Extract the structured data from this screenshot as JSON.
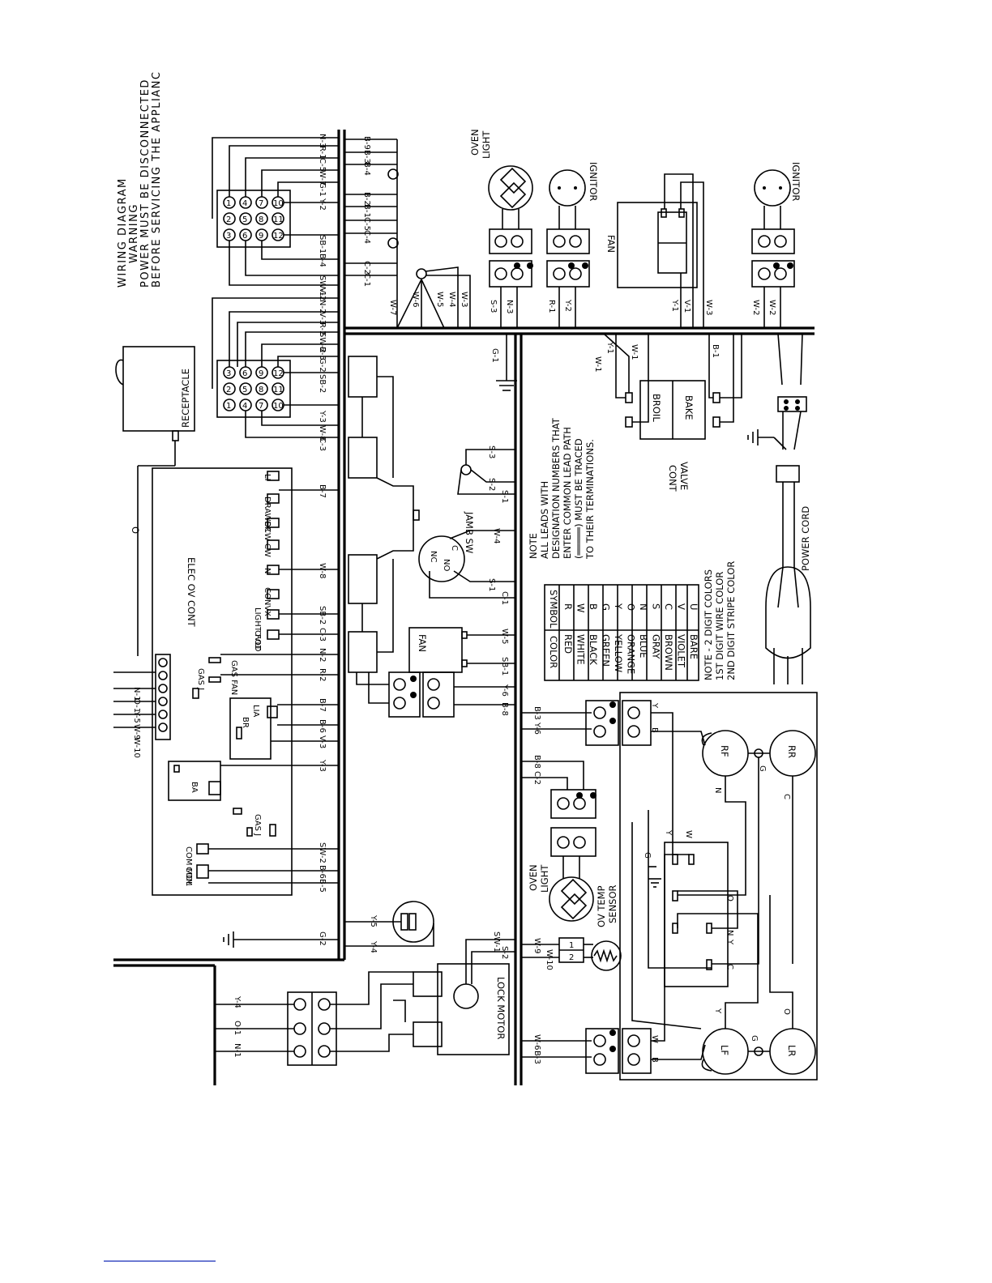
{
  "header": {
    "title": "WIRING DIAGRAM",
    "warning": "WARNING",
    "line1": "POWER MUST BE DISCONNECTED",
    "line2": "BEFORE SERVICING THE APPLIANC"
  },
  "components": {
    "receptacle": "RECEPTACLE",
    "elec_ov_cont": "ELEC OV CONT",
    "jamb_sw": "JAMB SW",
    "fan_small": "FAN",
    "fan_big": "FAN",
    "oven_light_top": [
      "OVEN",
      "LIGHT"
    ],
    "oven_light_bottom": [
      "OVEN",
      "LIGHT"
    ],
    "ignitor_1": "IGNITOR",
    "ignitor_2": "IGNITOR",
    "broil": "BROIL",
    "bake": "BAKE",
    "cont_valve": [
      "CONT",
      "VALVE"
    ],
    "power_cord": "POWER CORD",
    "lock_motor": "LOCK MOTOR",
    "ov_temp_sensor": [
      "OV TEMP",
      "SENSOR"
    ],
    "burners": [
      "RF",
      "RR",
      "LF",
      "LR"
    ]
  },
  "control_terminals": [
    "LI",
    "DRAWER",
    "OCW CW",
    "N",
    "CONVX",
    "LIGHT FOD",
    "OVLT",
    "GAS FAN",
    "LIA",
    "BR",
    "BA",
    "GAS J",
    "GAS J",
    "COM MDL",
    "COM"
  ],
  "harness_a_pins": [
    "1",
    "2",
    "3",
    "4",
    "5",
    "6",
    "7",
    "8",
    "9",
    "10",
    "11",
    "12"
  ],
  "harness_a_wires": [
    "N-3",
    "R-1",
    "C-5",
    "W-7",
    "G-1",
    "Y-2",
    "SB-1",
    "B-4",
    "SW-1",
    "V-2"
  ],
  "harness_b_wires": [
    "N-2",
    "V-3",
    "R-2",
    "SW-2",
    "B-5",
    "G-2",
    "SB-2",
    "Y-3",
    "W-8",
    "C-3"
  ],
  "elec_ov_wires": [
    "B-7",
    "W-8",
    "SB-2",
    "C-3",
    "N-2",
    "R-2",
    "B-7",
    "B-6",
    "V-3",
    "Y-3",
    "SW-2",
    "B-6",
    "B-5",
    "G-2"
  ],
  "left_inputs": [
    "N-1",
    "O-1",
    "Y-5",
    "W-9",
    "W-10"
  ],
  "lock_wires": [
    "Y-4",
    "O-1",
    "N-1"
  ],
  "misc_wires": [
    "B-9",
    "B-3",
    "B-4",
    "B-2",
    "B-1",
    "C-5",
    "C-4",
    "C-2",
    "C-1",
    "W-7",
    "W-6",
    "W-5",
    "W-4",
    "W-3",
    "G-1",
    "S-3",
    "S-2",
    "S-1",
    "W-4",
    "S-1",
    "C-1",
    "W-5",
    "SB-1",
    "Y-6",
    "B-8",
    "Y-5",
    "Y-4",
    "SW-1",
    "S-2",
    "W-9",
    "W-10",
    "W-6",
    "B-3",
    "Y-6",
    "B-8",
    "C-2",
    "B-2",
    "B-9",
    "C-4",
    "V-2",
    "V-1",
    "S-3",
    "N-3",
    "R-1",
    "Y-2",
    "Y-1",
    "V-1",
    "W-3",
    "W-2",
    "W-2",
    "W-1",
    "Y-1",
    "W-1",
    "B-1"
  ],
  "note_common": [
    "NOTE",
    "ALL LEADS WITH",
    "DESIGNATION NUMBERS THAT",
    "ENTER COMMON LEAD PATH",
    "(═════) MUST BE TRACED",
    "TO THEIR TERMINATIONS."
  ],
  "color_table": {
    "headers": [
      "COLOR",
      "SYMBOL"
    ],
    "rows": [
      [
        "RED",
        "R"
      ],
      [
        "WHITE",
        "W"
      ],
      [
        "BLACK",
        "B"
      ],
      [
        "GREEN",
        "G"
      ],
      [
        "YELLOW",
        "Y"
      ],
      [
        "ORANGE",
        "O"
      ],
      [
        "BLUE",
        "N"
      ],
      [
        "GRAY",
        "S"
      ],
      [
        "BROWN",
        "C"
      ],
      [
        "VIOLET",
        "V"
      ],
      [
        "BARE",
        "U"
      ]
    ]
  },
  "note_colors": [
    "NOTE - 2 DIGIT COLORS",
    "1ST DIGIT WIRE COLOR",
    "2ND DIGIT STRIPE COLOR"
  ],
  "burner_leads": [
    "Y",
    "W",
    "N",
    "G",
    "C",
    "Y",
    "O",
    "O",
    "G",
    "W",
    "B",
    "G",
    "O",
    "N",
    "Y",
    "C",
    "Y",
    "B",
    "N",
    "O",
    "Y",
    "B",
    "W",
    "G",
    "B"
  ]
}
